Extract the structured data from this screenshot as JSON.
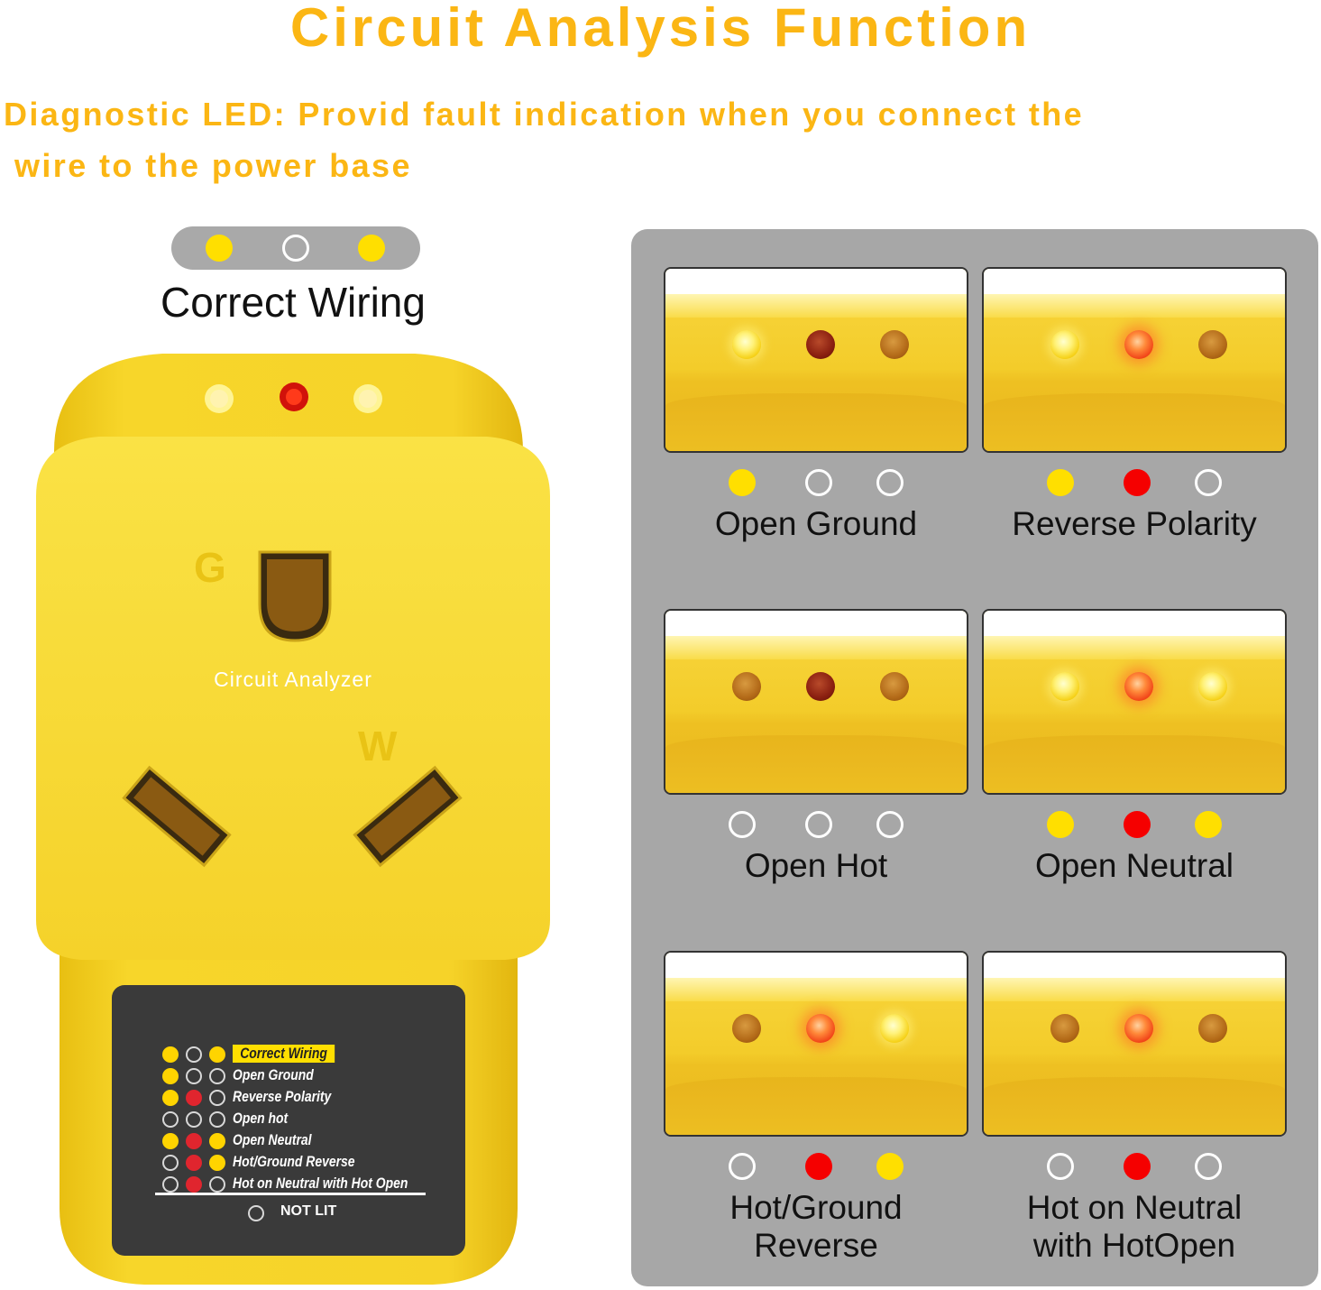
{
  "header": {
    "title": "Circuit Analysis Function",
    "subtitle_line1": "Diagnostic LED: Provid fault indication when you connect the",
    "subtitle_line2": "wire to the power base"
  },
  "correct_wiring": {
    "label": "Correct Wiring",
    "indicators": [
      "yellow",
      "off",
      "yellow"
    ]
  },
  "device": {
    "panel_title": "Circuit Analyzer",
    "ground_letter": "G",
    "white_letter": "W",
    "legend": [
      {
        "label": "Correct Wiring",
        "indicators": [
          "yellow",
          "off",
          "yellow"
        ]
      },
      {
        "label": "Open Ground",
        "indicators": [
          "yellow",
          "off",
          "off"
        ]
      },
      {
        "label": "Reverse Polarity",
        "indicators": [
          "yellow",
          "red",
          "off"
        ]
      },
      {
        "label": "Open hot",
        "indicators": [
          "off",
          "off",
          "off"
        ]
      },
      {
        "label": "Open Neutral",
        "indicators": [
          "yellow",
          "red",
          "yellow"
        ]
      },
      {
        "label": "Hot/Ground Reverse",
        "indicators": [
          "off",
          "red",
          "yellow"
        ]
      },
      {
        "label": "Hot on Neutral with Hot Open",
        "indicators": [
          "off",
          "red",
          "off"
        ]
      }
    ],
    "not_lit_label": "NOT LIT"
  },
  "states": [
    {
      "label": "Open Ground",
      "indicators": [
        "yellow",
        "off",
        "off"
      ]
    },
    {
      "label": "Reverse Polarity",
      "indicators": [
        "yellow",
        "red",
        "off"
      ]
    },
    {
      "label": "Open Hot",
      "indicators": [
        "off",
        "off",
        "off"
      ]
    },
    {
      "label": "Open Neutral",
      "indicators": [
        "yellow",
        "red",
        "yellow"
      ]
    },
    {
      "label": "Hot/Ground\nReverse",
      "indicators": [
        "off",
        "red",
        "yellow"
      ]
    },
    {
      "label": "Hot on Neutral\nwith HotOpen",
      "indicators": [
        "off",
        "red",
        "off"
      ]
    }
  ],
  "colors": {
    "title": "#fbb614",
    "indicator_yellow": "#ffdf00",
    "indicator_red": "#f50000",
    "panel_gray": "#a7a7a7",
    "device_yellow": "#f7d42a"
  }
}
